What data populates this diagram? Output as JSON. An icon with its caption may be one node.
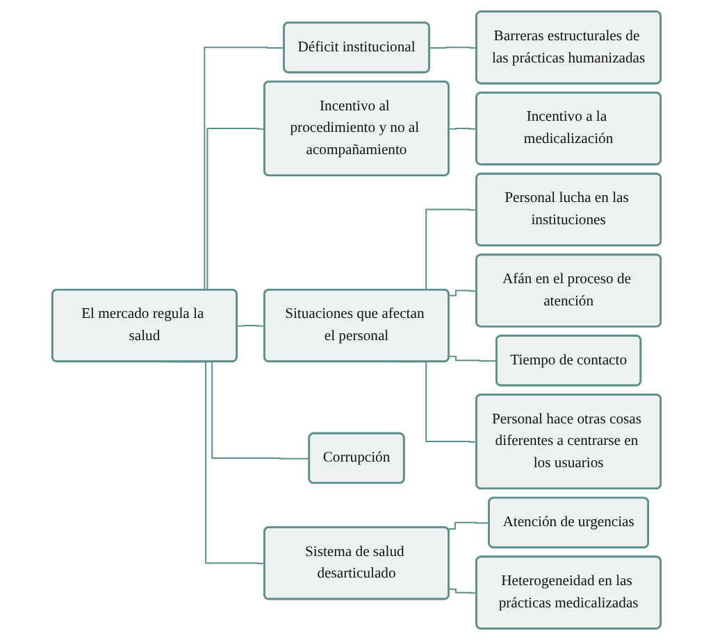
{
  "diagram": {
    "nodes": [
      {
        "text": [
          "El mercado regula la salud"
        ]
      },
      {
        "text": [
          "Déficit institucional"
        ]
      },
      {
        "text": [
          "Barreras estructurales de las prácticas humanizadas"
        ]
      },
      {
        "text": [
          "Incentivo al procedimiento y no al acompañamiento"
        ]
      },
      {
        "text": [
          "Incentivo a la medicalización"
        ]
      },
      {
        "text": [
          "Situaciones que afectan el personal"
        ]
      },
      {
        "text": [
          "Personal lucha en las instituciones"
        ]
      },
      {
        "text": [
          "Afán en el proceso de atención"
        ]
      },
      {
        "text": [
          "Tiempo de contacto"
        ]
      },
      {
        "text": [
          "Personal hace otras cosas diferentes a centrarse en los usuarios"
        ]
      },
      {
        "text": [
          "Corrupción"
        ]
      },
      {
        "text": [
          "Sistema de salud desarticulado"
        ]
      },
      {
        "text": [
          "Atención de urgencias"
        ]
      },
      {
        "text": [
          "Heterogeneidad en las prácticas medicalizadas"
        ]
      }
    ],
    "edges": [
      {
        "from": 0,
        "to": 1,
        "arrow": "none"
      },
      {
        "from": 1,
        "to": 2,
        "arrow": "none"
      },
      {
        "from": 0,
        "to": 3,
        "arrow": "none"
      },
      {
        "from": 3,
        "to": 4,
        "arrow": "none"
      },
      {
        "from": 0,
        "to": 5,
        "arrow": "none"
      },
      {
        "from": 5,
        "to": 6,
        "arrow": "none"
      },
      {
        "from": 5,
        "to": 7,
        "arrow": "none"
      },
      {
        "from": 5,
        "to": 8,
        "arrow": "none"
      },
      {
        "from": 5,
        "to": 9,
        "arrow": "none"
      },
      {
        "from": 0,
        "to": 10,
        "arrow": "none"
      },
      {
        "from": 0,
        "to": 11,
        "arrow": "none"
      },
      {
        "from": 11,
        "to": 12,
        "arrow": "none"
      },
      {
        "from": 11,
        "to": 13,
        "arrow": "none"
      }
    ]
  }
}
